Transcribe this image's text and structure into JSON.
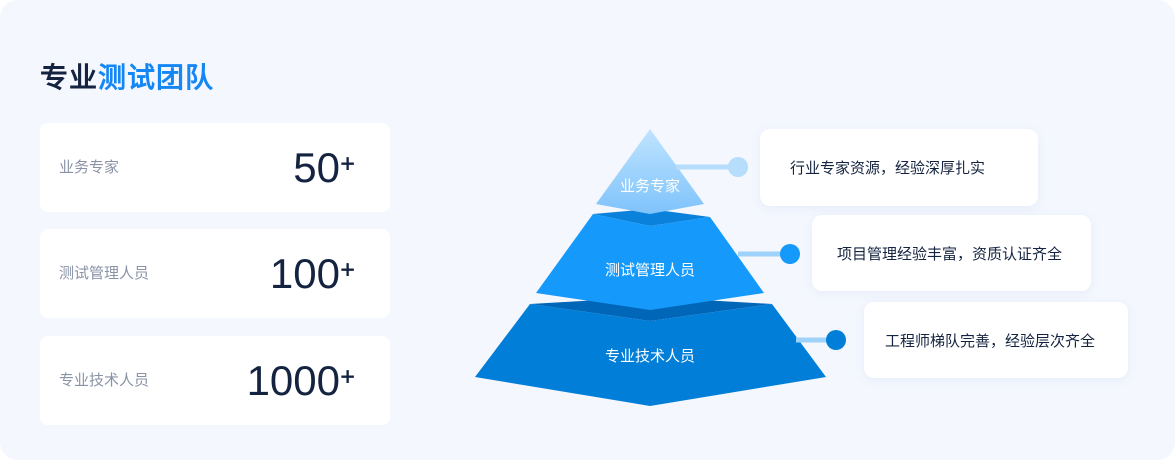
{
  "title": {
    "part1": "专业",
    "part2": "测试团队"
  },
  "stats": [
    {
      "label": "业务专家",
      "value": "50",
      "suffix": "+"
    },
    {
      "label": "测试管理人员",
      "value": "100",
      "suffix": "+"
    },
    {
      "label": "专业技术人员",
      "value": "1000",
      "suffix": "+"
    }
  ],
  "pyramid": [
    {
      "label": "业务专家",
      "desc": "行业专家资源，经验深厚扎实",
      "color": "#8ccbff"
    },
    {
      "label": "测试管理人员",
      "desc": "项目管理经验丰富，资质认证齐全",
      "color": "#1599fb"
    },
    {
      "label": "专业技术人员",
      "desc": "工程师梯队完善，经验层次齐全",
      "color": "#017ed8"
    }
  ]
}
